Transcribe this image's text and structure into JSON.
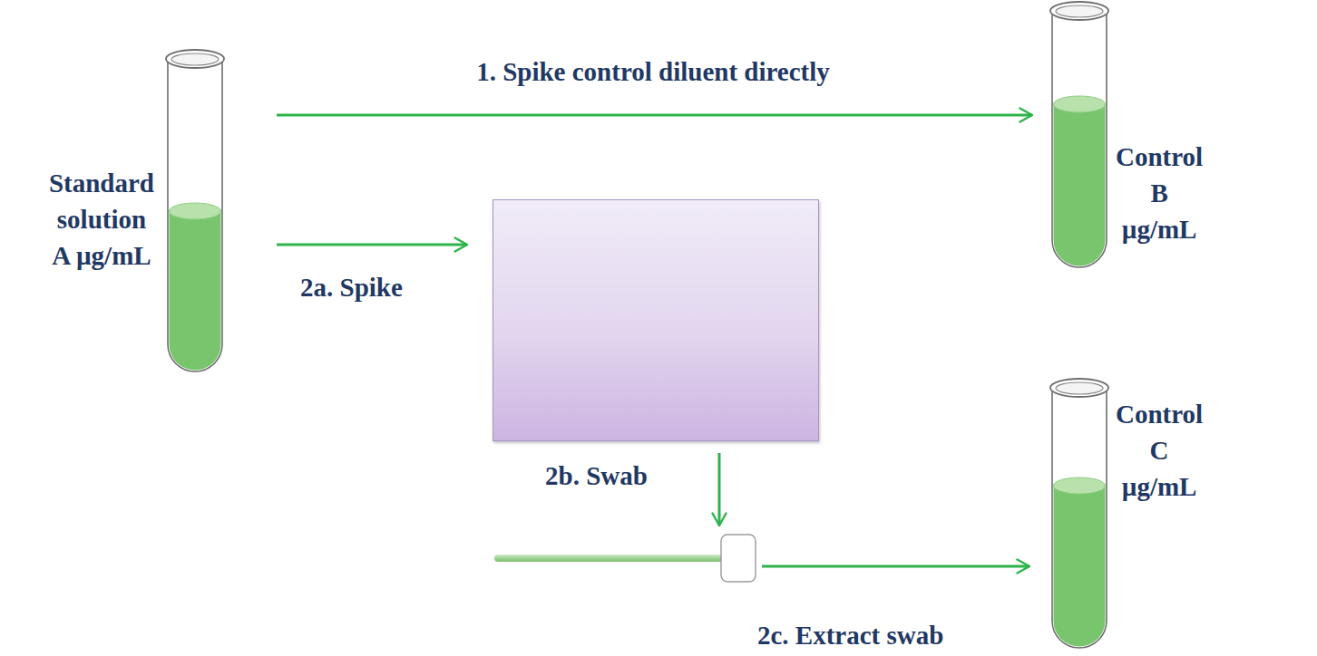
{
  "diagram": {
    "nodes": [
      {
        "text": [
          "Standard solution A µg/mL"
        ]
      },
      {
        "text": [
          "Control B µg/mL"
        ]
      },
      {
        "text": []
      },
      {
        "text": []
      },
      {
        "text": [
          "Control C µg/mL"
        ]
      }
    ],
    "edges": [
      {
        "from": 0,
        "to": 1,
        "arrow": "to",
        "label": "1. Spike control diluent directly"
      },
      {
        "from": 0,
        "to": 2,
        "arrow": "to",
        "label": "2a. Spike"
      },
      {
        "from": 2,
        "to": 3,
        "arrow": "to",
        "label": "2b. Swab"
      },
      {
        "from": 3,
        "to": 4,
        "arrow": "to",
        "label": "2c. Extract swab"
      }
    ]
  }
}
